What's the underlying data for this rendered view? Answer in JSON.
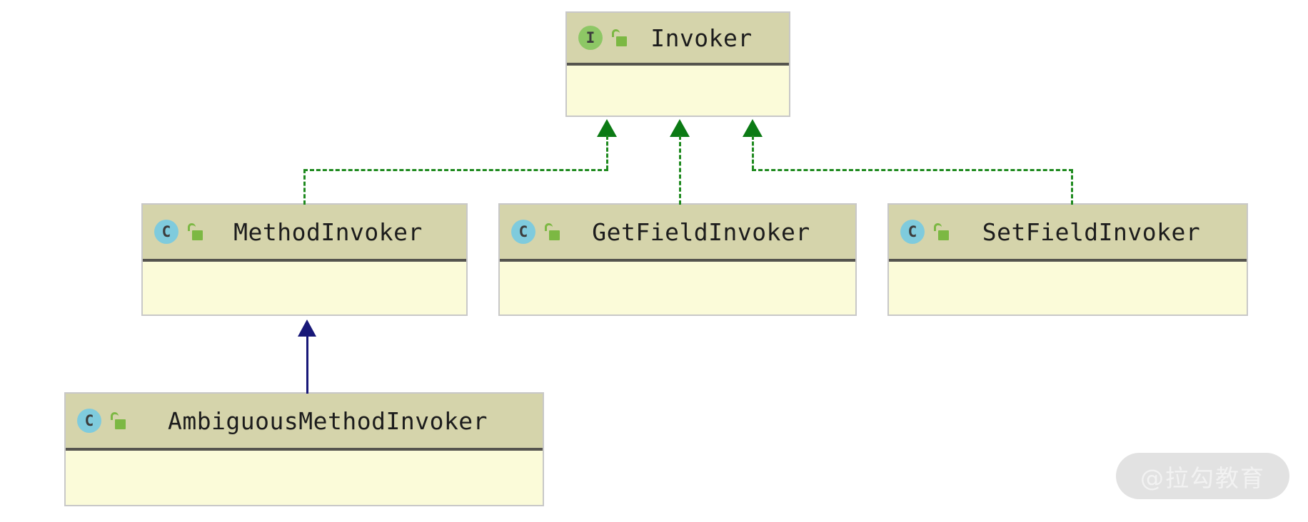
{
  "diagram": {
    "kind": "uml-class-diagram",
    "background_color": "#ffffff",
    "colors": {
      "header_fill": "#d5d4ab",
      "body_fill": "#fbfbd9",
      "box_border": "#c8c8c8",
      "header_divider": "#55544e",
      "interface_badge": "#8dc765",
      "class_badge": "#7fcbdd",
      "lock_green": "#7cb843",
      "realization_green": "#1f8a1f",
      "arrowhead_green": "#0b7a14",
      "generalization_blue": "#181878",
      "watermark_pill": "#e2e2e2",
      "watermark_text": "#f2f2f2"
    }
  },
  "nodes": {
    "invoker": {
      "name": "Invoker",
      "stereotype": "I",
      "stereotype_label": "interface",
      "visibility_icon": "unlock-icon"
    },
    "method_invoker": {
      "name": "MethodInvoker",
      "stereotype": "C",
      "stereotype_label": "class",
      "visibility_icon": "unlock-icon"
    },
    "get_field_invoker": {
      "name": "GetFieldInvoker",
      "stereotype": "C",
      "stereotype_label": "class",
      "visibility_icon": "unlock-icon"
    },
    "set_field_invoker": {
      "name": "SetFieldInvoker",
      "stereotype": "C",
      "stereotype_label": "class",
      "visibility_icon": "unlock-icon"
    },
    "ambiguous_method_invoker": {
      "name": "AmbiguousMethodInvoker",
      "stereotype": "C",
      "stereotype_label": "class",
      "visibility_icon": "unlock-icon"
    }
  },
  "edges": [
    {
      "from": "MethodInvoker",
      "to": "Invoker",
      "type": "realization",
      "style": "dashed",
      "color": "#1f8a1f"
    },
    {
      "from": "GetFieldInvoker",
      "to": "Invoker",
      "type": "realization",
      "style": "dashed",
      "color": "#1f8a1f"
    },
    {
      "from": "SetFieldInvoker",
      "to": "Invoker",
      "type": "realization",
      "style": "dashed",
      "color": "#1f8a1f"
    },
    {
      "from": "AmbiguousMethodInvoker",
      "to": "MethodInvoker",
      "type": "generalization",
      "style": "solid",
      "color": "#181878"
    }
  ],
  "watermark": {
    "text": "@拉勾教育"
  }
}
